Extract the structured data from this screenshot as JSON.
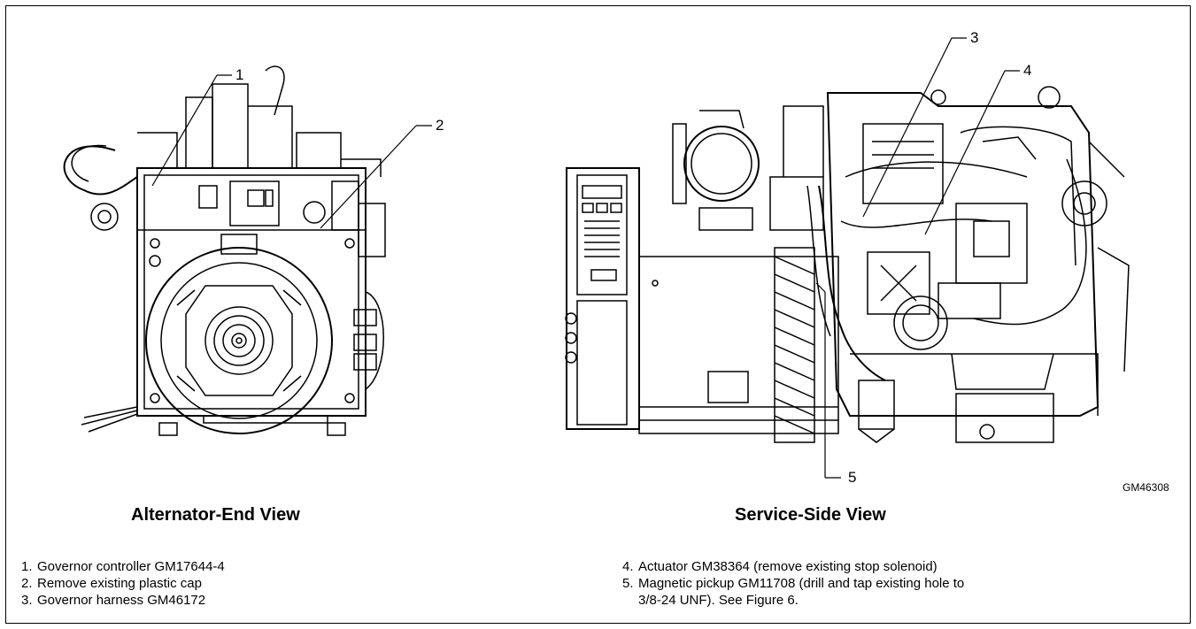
{
  "views": {
    "left_title": "Alternator-End View",
    "right_title": "Service-Side View"
  },
  "callouts": [
    "1",
    "2",
    "3",
    "4",
    "5"
  ],
  "drawing_id": "GM46308",
  "legend": [
    {
      "num": "1.",
      "text": "Governor controller GM17644-4"
    },
    {
      "num": "2.",
      "text": "Remove existing plastic cap"
    },
    {
      "num": "3.",
      "text": "Governor harness GM46172"
    },
    {
      "num": "4.",
      "text": "Actuator GM38364 (remove existing stop solenoid)"
    },
    {
      "num": "5.",
      "text": "Magnetic pickup GM11708 (drill and tap existing hole to",
      "text2": "3/8-24 UNF).  See Figure 6."
    }
  ]
}
